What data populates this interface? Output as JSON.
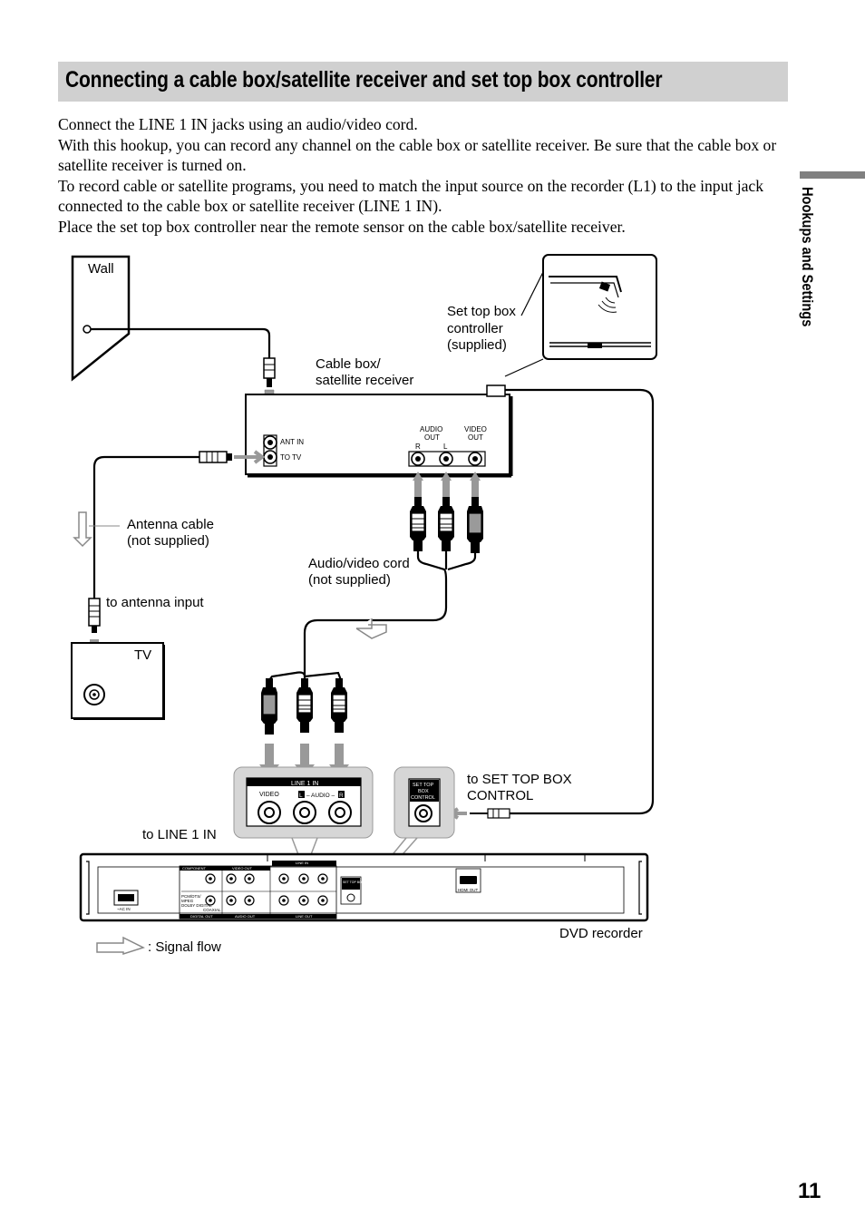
{
  "title": "Connecting a cable box/satellite receiver and set top box controller",
  "intro": [
    "Connect the LINE 1 IN jacks using an audio/video cord.",
    "With this hookup, you can record any channel on the cable box or satellite receiver. Be sure that the cable box or satellite receiver is turned on.",
    "To record cable or satellite programs, you need to match the input source on the recorder (L1) to the input jack connected to the cable box or satellite receiver (LINE 1 IN).",
    "Place the set top box controller near the remote sensor on the cable box/satellite receiver."
  ],
  "side_section": "Hookups and Settings",
  "page_number": "11",
  "diagram": {
    "wall": "Wall",
    "cable_box_1": "Cable box/",
    "cable_box_2": "satellite receiver",
    "controller_1": "Set top box",
    "controller_2": "controller",
    "controller_3": "(supplied)",
    "antenna_cable_1": "Antenna cable",
    "antenna_cable_2": "(not supplied)",
    "av_cord_1": "Audio/video cord",
    "av_cord_2": "(not supplied)",
    "to_antenna_input": "to antenna input",
    "tv": "TV",
    "to_stb_control_1": "to SET TOP BOX",
    "to_stb_control_2": "CONTROL",
    "to_line1_in": "to LINE 1 IN",
    "dvd_recorder": "DVD recorder",
    "signal_flow": ": Signal flow",
    "ant_in": "ANT IN",
    "to_tv": "TO TV",
    "audio_out_1": "AUDIO",
    "audio_out_2": "OUT",
    "video_out_1": "VIDEO",
    "video_out_2": "OUT",
    "r": "R",
    "l": "L",
    "line1_in": "LINE 1 IN",
    "video": "VIDEO",
    "audio_l": "L",
    "audio_mid": "– AUDIO –",
    "audio_r": "R",
    "stb_1": "SET TOP",
    "stb_2": "BOX",
    "stb_3": "CONTROL",
    "panel_component": "COMPONENT",
    "panel_video_out": "VIDEO OUT",
    "panel_coaxial": "COAXIAL",
    "panel_digital_out": "DIGITAL OUT",
    "panel_audio_out": "AUDIO OUT",
    "panel_line_out": "LINE OUT",
    "panel_line_in": "LINE IN",
    "panel_hdmi_out": "HDMI OUT",
    "panel_ac_in": "~AC IN",
    "panel_pcm_1": "PCM/DTS/",
    "panel_pcm_2": "MPEG",
    "panel_pcm_3": "DOLBY DIGITAL",
    "panel_stb": "SET TOP BOX CONTROL"
  }
}
